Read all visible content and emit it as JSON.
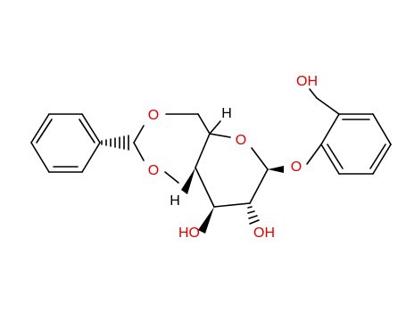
{
  "colors": {
    "bond": "#000000",
    "oxygen": "#e00000",
    "hydrogen": "#000000",
    "background": "#ffffff"
  },
  "labels": {
    "oh_top": "OH",
    "o_ring_top": "O",
    "h_top": "H",
    "o_pyranose": "O",
    "o_glycosidic": "O",
    "o_ring_bottom": "O",
    "h_bottom": "H",
    "ho_left": "HO",
    "oh_bottom": "OH"
  }
}
